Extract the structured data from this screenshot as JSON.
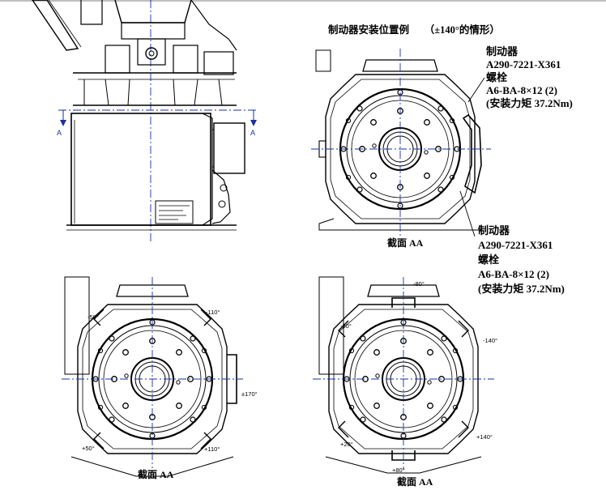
{
  "heading": "制动器安装位置例　　（±140°的情形）",
  "brake_label_top": {
    "line1": "制动器",
    "line2": "A290-7221-X361",
    "line3": "螺栓",
    "line4": "A6-BA-8×12 (2)",
    "line5": "(安装力矩 37.2Nm)"
  },
  "brake_label_bottom": {
    "line1": "制动器",
    "line2": "A290-7221-X361",
    "line3": "螺栓",
    "line4": "A6-BA-8×12 (2)",
    "line5": "(安装力矩 37.2Nm)"
  },
  "section_marker": "A",
  "caption_top": "截面 AA",
  "caption_bottom_left": "截面 AA",
  "caption_bottom_right": "截面 AA",
  "angles_left": {
    "minus50": "-50°",
    "minus110": "-110°",
    "pm170": "±170°",
    "plus50": "+50°",
    "plus110": "+110°"
  },
  "angles_right": {
    "minus80": "-80°",
    "minus20": "-20°",
    "minus140": "-140°",
    "plus20": "+20°",
    "plus140": "+140°",
    "plus80": "+80°"
  },
  "colors": {
    "line": "#000000",
    "centerline": "#1a2fa8"
  }
}
